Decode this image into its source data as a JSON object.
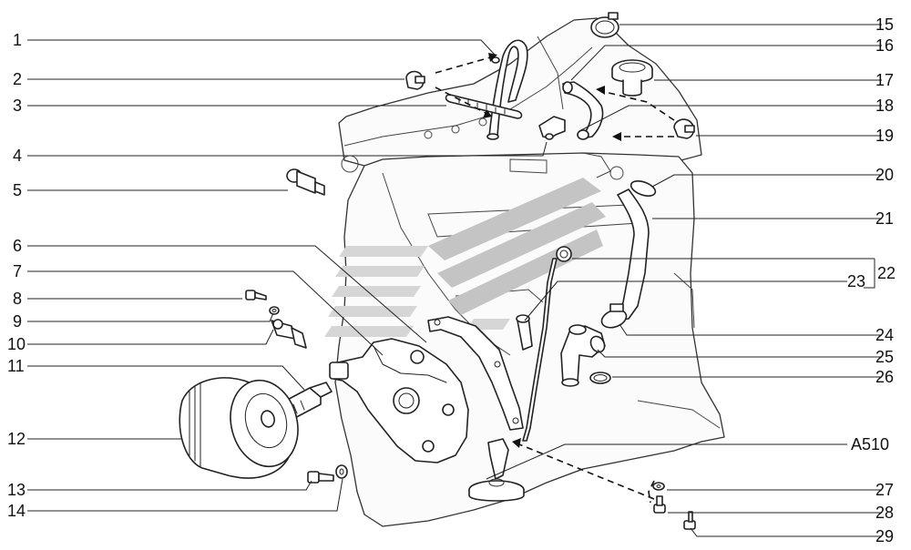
{
  "diagram": {
    "callouts_left": [
      {
        "label": "1"
      },
      {
        "label": "2"
      },
      {
        "label": "3"
      },
      {
        "label": "4"
      },
      {
        "label": "5"
      },
      {
        "label": "6"
      },
      {
        "label": "7"
      },
      {
        "label": "8"
      },
      {
        "label": "9"
      },
      {
        "label": "10"
      },
      {
        "label": "11"
      },
      {
        "label": "12"
      },
      {
        "label": "13"
      },
      {
        "label": "14"
      }
    ],
    "callouts_right": [
      {
        "label": "15"
      },
      {
        "label": "16"
      },
      {
        "label": "17"
      },
      {
        "label": "18"
      },
      {
        "label": "19"
      },
      {
        "label": "20"
      },
      {
        "label": "21"
      },
      {
        "label": "22"
      },
      {
        "label": "23"
      },
      {
        "label": "24"
      },
      {
        "label": "25"
      },
      {
        "label": "26"
      },
      {
        "label": "A510"
      },
      {
        "label": "27"
      },
      {
        "label": "28"
      },
      {
        "label": "29"
      }
    ],
    "parts": [
      {
        "name": "breather-hose-icon"
      },
      {
        "name": "hose-clamp-icon"
      },
      {
        "name": "oil-separator-icon"
      },
      {
        "name": "elbow-fitting-icon"
      },
      {
        "name": "oil-pressure-sensor-icon"
      },
      {
        "name": "oil-pump-gasket-icon"
      },
      {
        "name": "oil-pump-housing-icon"
      },
      {
        "name": "bolt-icon"
      },
      {
        "name": "washer-icon"
      },
      {
        "name": "oil-pressure-switch-icon"
      },
      {
        "name": "filter-union-fitting-icon"
      },
      {
        "name": "oil-filter-icon"
      },
      {
        "name": "oil-pickup-icon"
      },
      {
        "name": "oil-dipstick-icon"
      },
      {
        "name": "dipstick-guide-tube-icon"
      },
      {
        "name": "oil-filler-neck-icon"
      },
      {
        "name": "o-ring-icon"
      },
      {
        "name": "oil-filler-cap-icon"
      },
      {
        "name": "engine-block-icon"
      }
    ]
  }
}
